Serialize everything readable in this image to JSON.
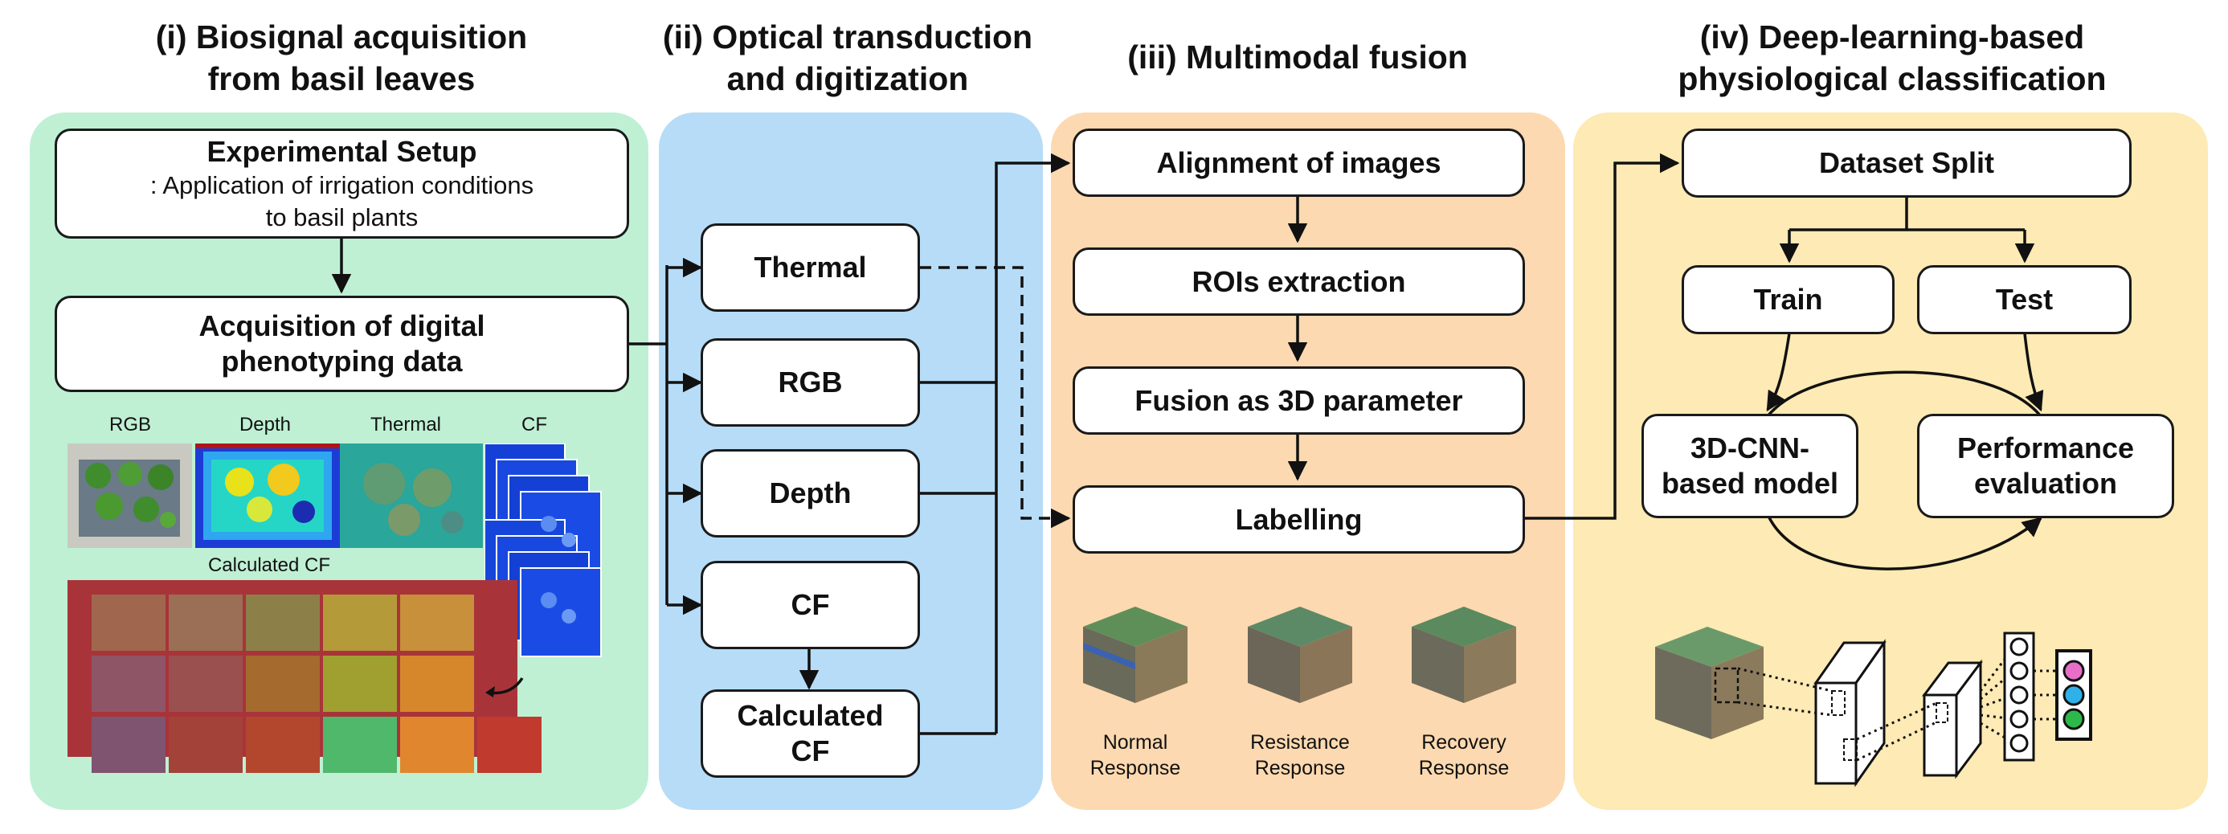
{
  "sections": {
    "s1": {
      "title_line1": "(i) Biosignal acquisition",
      "title_line2": "from basil leaves"
    },
    "s2": {
      "title_line1": "(ii) Optical transduction",
      "title_line2": "and digitization"
    },
    "s3": {
      "title_line1": "(iii) Multimodal fusion"
    },
    "s4": {
      "title_line1": "(iv) Deep-learning-based",
      "title_line2": "physiological classification"
    }
  },
  "panel1": {
    "setup_title": "Experimental Setup",
    "setup_sub1": ": Application of irrigation conditions",
    "setup_sub2": "to basil plants",
    "acq_line1": "Acquisition of digital",
    "acq_line2": "phenotyping data",
    "thumb_labels": [
      "RGB",
      "Depth",
      "Thermal",
      "CF"
    ],
    "calc_cf_label": "Calculated CF"
  },
  "panel2": {
    "boxes": [
      "Thermal",
      "RGB",
      "Depth",
      "CF"
    ],
    "calc_line1": "Calculated",
    "calc_line2": "CF"
  },
  "panel3": {
    "boxes": [
      "Alignment of images",
      "ROIs extraction",
      "Fusion as 3D parameter",
      "Labelling"
    ],
    "responses": [
      {
        "line1": "Normal",
        "line2": "Response"
      },
      {
        "line1": "Resistance",
        "line2": "Response"
      },
      {
        "line1": "Recovery",
        "line2": "Response"
      }
    ]
  },
  "panel4": {
    "dataset": "Dataset Split",
    "train": "Train",
    "test": "Test",
    "model_line1": "3D-CNN-",
    "model_line2": "based model",
    "perf_line1": "Performance",
    "perf_line2": "evaluation"
  },
  "colors": {
    "panel1": "#bff0d4",
    "panel2": "#b6dcf7",
    "panel3": "#fcd9b0",
    "panel4": "#fdeab4"
  }
}
